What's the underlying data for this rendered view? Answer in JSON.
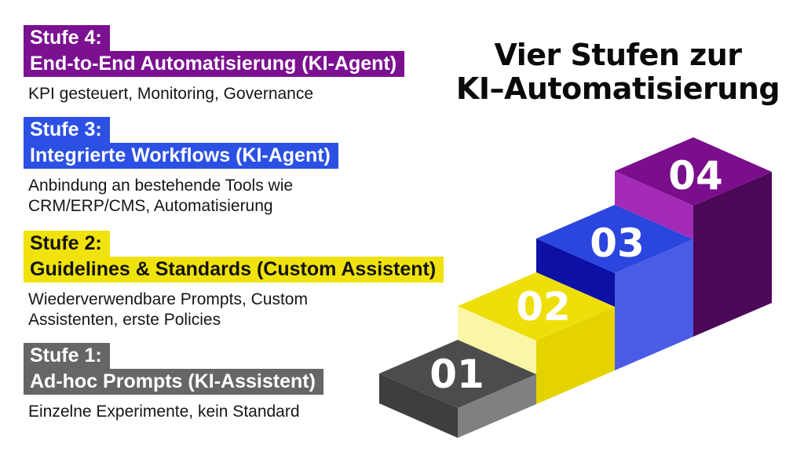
{
  "title": {
    "line1": "Vier Stufen zur",
    "line2": "KI–Automatisierung"
  },
  "stages": [
    {
      "label": "Stufe 4:",
      "heading": "End-to-End Automatisierung (KI-Agent)",
      "description": "KPI gesteuert, Monitoring, Governance",
      "color": "#7B1090",
      "text_color": "#ffffff"
    },
    {
      "label": "Stufe 3:",
      "heading": "Integrierte Workflows (KI-Agent)",
      "description": "Anbindung an bestehende Tools wie\nCRM/ERP/CMS, Automatisierung",
      "color": "#2B50E3",
      "text_color": "#ffffff"
    },
    {
      "label": "Stufe 2:",
      "heading": "Guidelines & Standards (Custom Assistent)",
      "description": "Wiederverwendbare Prompts, Custom\nAssistenten, erste Policies",
      "color": "#F0E20C",
      "text_color": "#141414"
    },
    {
      "label": "Stufe 1:",
      "heading": "Ad-hoc Prompts (KI-Assistent)",
      "description": "Einzelne Experimente, kein Standard",
      "color": "#666666",
      "text_color": "#ffffff"
    }
  ],
  "staircase": {
    "number_color": "#FFFFFF",
    "steps": [
      {
        "number": "01",
        "top": "#4C4C4C",
        "left": "#3E3E3E",
        "right": "#808080"
      },
      {
        "number": "02",
        "top": "#EEDF0B",
        "left": "#FBF6A5",
        "right": "#E5D300"
      },
      {
        "number": "03",
        "top": "#2B45DF",
        "left": "#0C10A5",
        "right": "#4A5BE6"
      },
      {
        "number": "04",
        "top": "#7A0E8C",
        "left": "#A32BB8",
        "right": "#4B0758"
      }
    ]
  }
}
